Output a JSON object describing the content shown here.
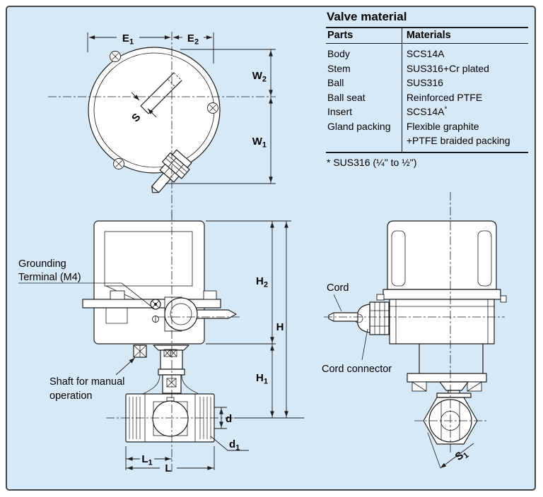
{
  "page": {
    "background": "#d7e9f6",
    "border_color": "#454545",
    "line_color": "#1c1c1c"
  },
  "valve_material": {
    "title": "Valve material",
    "columns": {
      "parts": "Parts",
      "materials": "Materials"
    },
    "rows": [
      {
        "part": "Body",
        "material": "SCS14A"
      },
      {
        "part": "Stem",
        "material": "SUS316+Cr plated"
      },
      {
        "part": "Ball",
        "material": "SUS316"
      },
      {
        "part": "Ball seat",
        "material": "Reinforced PTFE"
      },
      {
        "part": "Insert",
        "material": "SCS14A",
        "material_sup": "*"
      },
      {
        "part": "Gland packing",
        "material": "Flexible graphite",
        "material_line2": "+PTFE braided packing"
      }
    ],
    "footnote": "* SUS316 (¼\" to ½\")"
  },
  "dimensions": {
    "E1": {
      "b": "E",
      "s": "1"
    },
    "E2": {
      "b": "E",
      "s": "2"
    },
    "W2": {
      "b": "W",
      "s": "2"
    },
    "W1": {
      "b": "W",
      "s": "1"
    },
    "S": {
      "b": "S"
    },
    "H2": {
      "b": "H",
      "s": "2"
    },
    "H": {
      "b": "H"
    },
    "H1": {
      "b": "H",
      "s": "1"
    },
    "d": {
      "b": "d"
    },
    "d1": {
      "b": "d",
      "s": "1"
    },
    "L1": {
      "b": "L",
      "s": "1"
    },
    "L": {
      "b": "L"
    },
    "S1": {
      "b": "S",
      "s": "1"
    }
  },
  "annotations": {
    "grounding_line1": "Grounding",
    "grounding_line2": "Terminal (M4)",
    "shaft_line1": "Shaft for manual",
    "shaft_line2": "operation",
    "cord": "Cord",
    "cord_connector": "Cord connector"
  }
}
